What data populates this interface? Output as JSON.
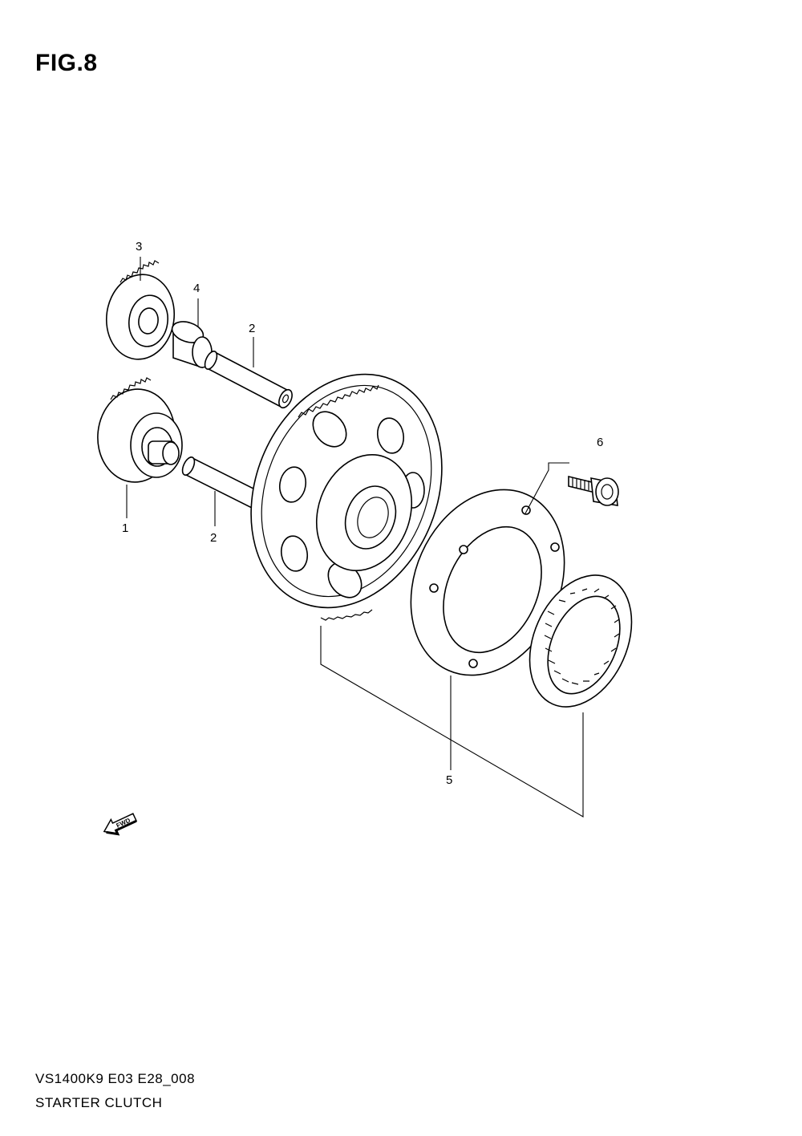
{
  "figure": {
    "title": "FIG.8"
  },
  "callouts": {
    "p1": "1",
    "p2a": "2",
    "p2b": "2",
    "p3": "3",
    "p4": "4",
    "p5": "5",
    "p6": "6"
  },
  "fwd_label": "FWD",
  "footer": {
    "code": "VS1400K9 E03 E28_008",
    "name": "STARTER CLUTCH"
  }
}
